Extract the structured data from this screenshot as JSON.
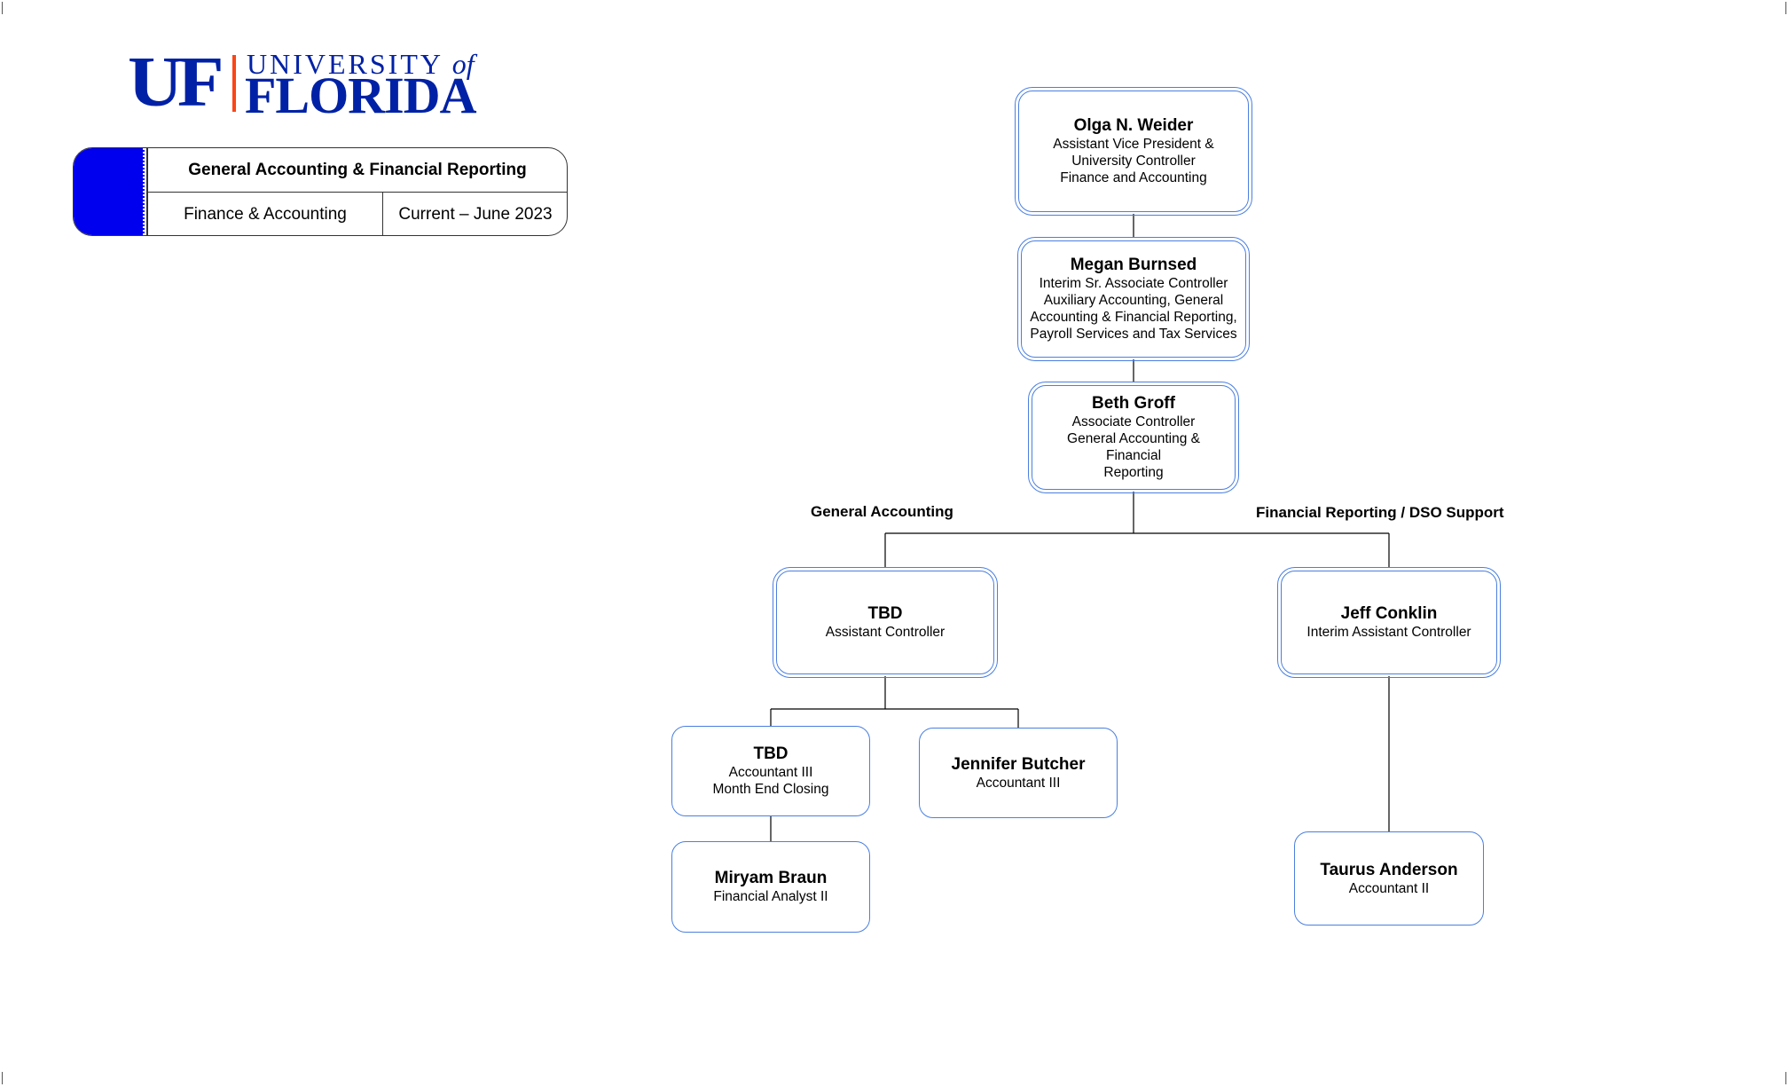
{
  "logo": {
    "initials": "UF",
    "line1": "UNIVERSITY",
    "line1_of": "of",
    "line2": "FLORIDA"
  },
  "title_block": {
    "title": "General Accounting & Financial Reporting",
    "department": "Finance & Accounting",
    "date": "Current – June 2023"
  },
  "colors": {
    "brand_blue": "#0021A5",
    "brand_orange": "#FA4616",
    "accent_blue": "#0000EE",
    "node_border": "#4A7FE0"
  },
  "org": {
    "branch_labels": {
      "left": "General Accounting",
      "right": "Financial Reporting / DSO Support"
    },
    "nodes": {
      "weider": {
        "name": "Olga N. Weider",
        "title": [
          "Assistant Vice President &",
          "University Controller",
          "Finance and Accounting"
        ]
      },
      "burnsed": {
        "name": "Megan Burnsed",
        "title": [
          "Interim Sr. Associate Controller",
          "Auxiliary Accounting, General",
          "Accounting & Financial Reporting,",
          "Payroll Services and Tax Services"
        ]
      },
      "groff": {
        "name": "Beth Groff",
        "title": [
          "Associate Controller",
          "General Accounting & Financial",
          "Reporting"
        ]
      },
      "tbd_ac": {
        "name": "TBD",
        "title": [
          "Assistant Controller"
        ]
      },
      "conklin": {
        "name": "Jeff Conklin",
        "title": [
          "Interim Assistant Controller"
        ]
      },
      "tbd_a3": {
        "name": "TBD",
        "title": [
          "Accountant III",
          "Month End Closing"
        ]
      },
      "butcher": {
        "name": "Jennifer Butcher",
        "title": [
          "Accountant III"
        ]
      },
      "braun": {
        "name": "Miryam Braun",
        "title": [
          "Financial Analyst II"
        ]
      },
      "anderson": {
        "name": "Taurus Anderson",
        "title": [
          "Accountant II"
        ]
      }
    }
  }
}
